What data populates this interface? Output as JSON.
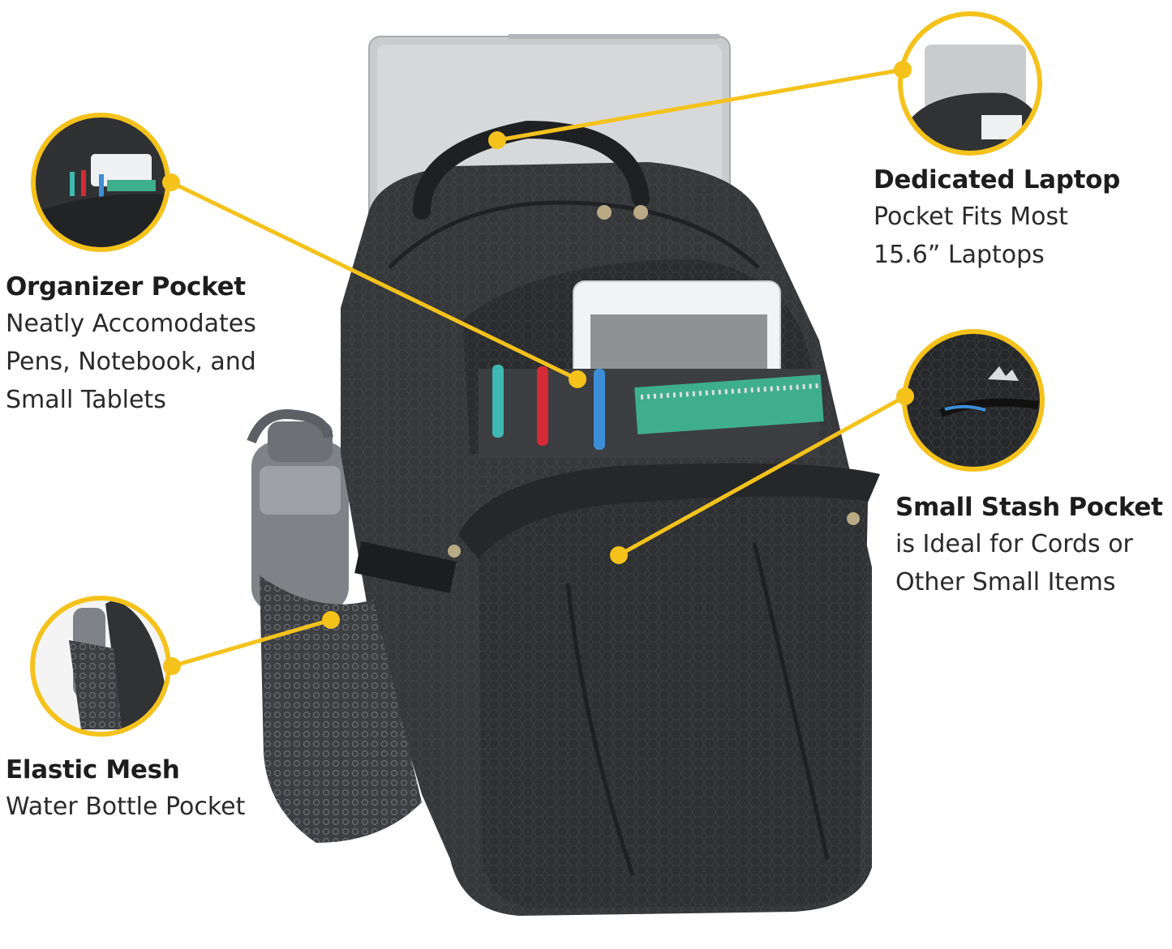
{
  "callouts": {
    "organizer": {
      "title": "Organizer Pocket",
      "lines": [
        "Neatly Accomodates",
        "Pens, Notebook, and",
        "Small Tablets"
      ]
    },
    "laptop": {
      "title": "Dedicated Laptop",
      "lines": [
        "Pocket Fits Most",
        "15.6” Laptops"
      ]
    },
    "stash": {
      "title": "Small Stash Pocket",
      "lines": [
        "is Ideal for Cords or",
        "Other Small Items"
      ]
    },
    "mesh": {
      "title": "Elastic Mesh",
      "lines": [
        "Water Bottle Pocket"
      ]
    }
  },
  "colors": {
    "accent": "#f5c21b",
    "text": "#1d1d1d",
    "backpack": "#3a3c3f",
    "backpack_dark": "#242628",
    "laptop": "#c8cacc",
    "background": "#ffffff"
  },
  "icons": [
    "backpack-illustration",
    "laptop-illustration",
    "tablet-illustration",
    "pen-icons",
    "notebook-illustration",
    "water-bottle-illustration",
    "high-sierra-logo"
  ]
}
